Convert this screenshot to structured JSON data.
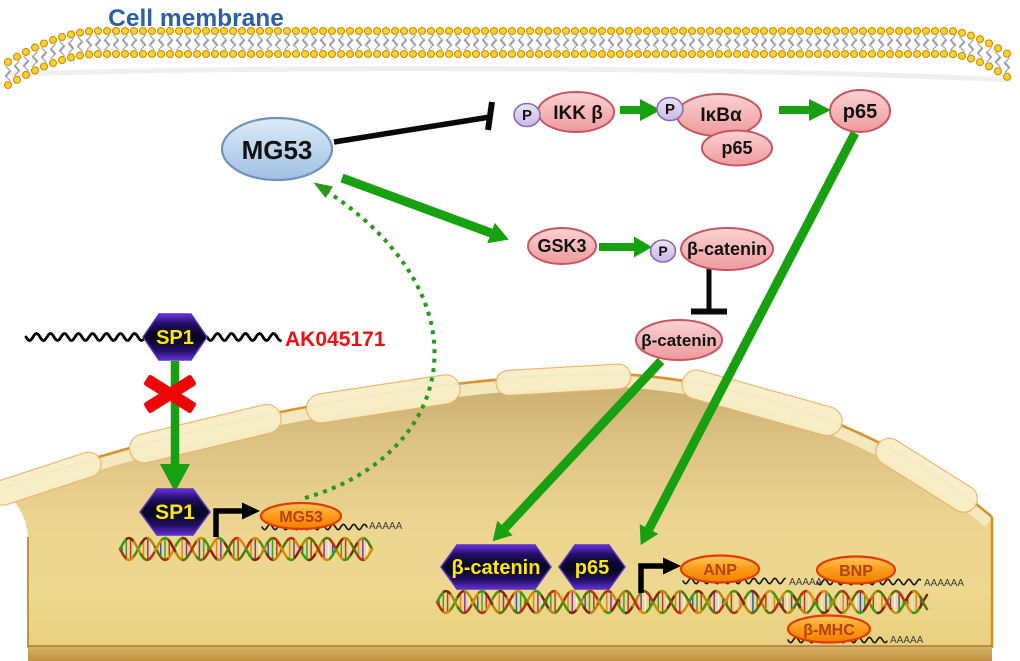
{
  "title": "Cell membrane",
  "labels": {
    "mg53": "MG53",
    "phospho1": "P",
    "ikkb": "IKK β",
    "phospho2": "P",
    "ikba": "IκBα",
    "p65_complex": "p65",
    "p65_free": "p65",
    "gsk3": "GSK3",
    "phospho3": "P",
    "beta_catenin_p": "β-catenin",
    "beta_catenin": "β-catenin",
    "sp1_upstream": "SP1",
    "lncrna": "AK045171",
    "sp1_nuclear": "SP1",
    "mg53_transcript": "MG53",
    "mg53_polya": "AAAAA",
    "beta_catenin_tf": "β-catenin",
    "p65_tf": "p65",
    "anp": "ANP",
    "anp_polya": "AAAAA",
    "bnp": "BNP",
    "bnp_polya": "AAAAAA",
    "bmhc": "β-MHC",
    "bmhc_polya": "AAAAA"
  },
  "colors": {
    "title_blue": "#2b5fa8",
    "activation_green": "#17a00f",
    "inhibition_black": "#0a0a0a",
    "lncrna_label_red": "#ee1111",
    "blocked_x_red": "#ee0505",
    "protein_pink": "#f5a9a9",
    "phospho_lavender": "#d7c9ef",
    "mg53_blue": "#aecbe9",
    "tf_hexagon_purple": "#3a1bac",
    "tf_text_yellow": "#ffe60a",
    "gene_orange": "#ff9518",
    "nucleus_gold": "#ecd28f",
    "membrane_head_yellow": "#ffd228"
  }
}
